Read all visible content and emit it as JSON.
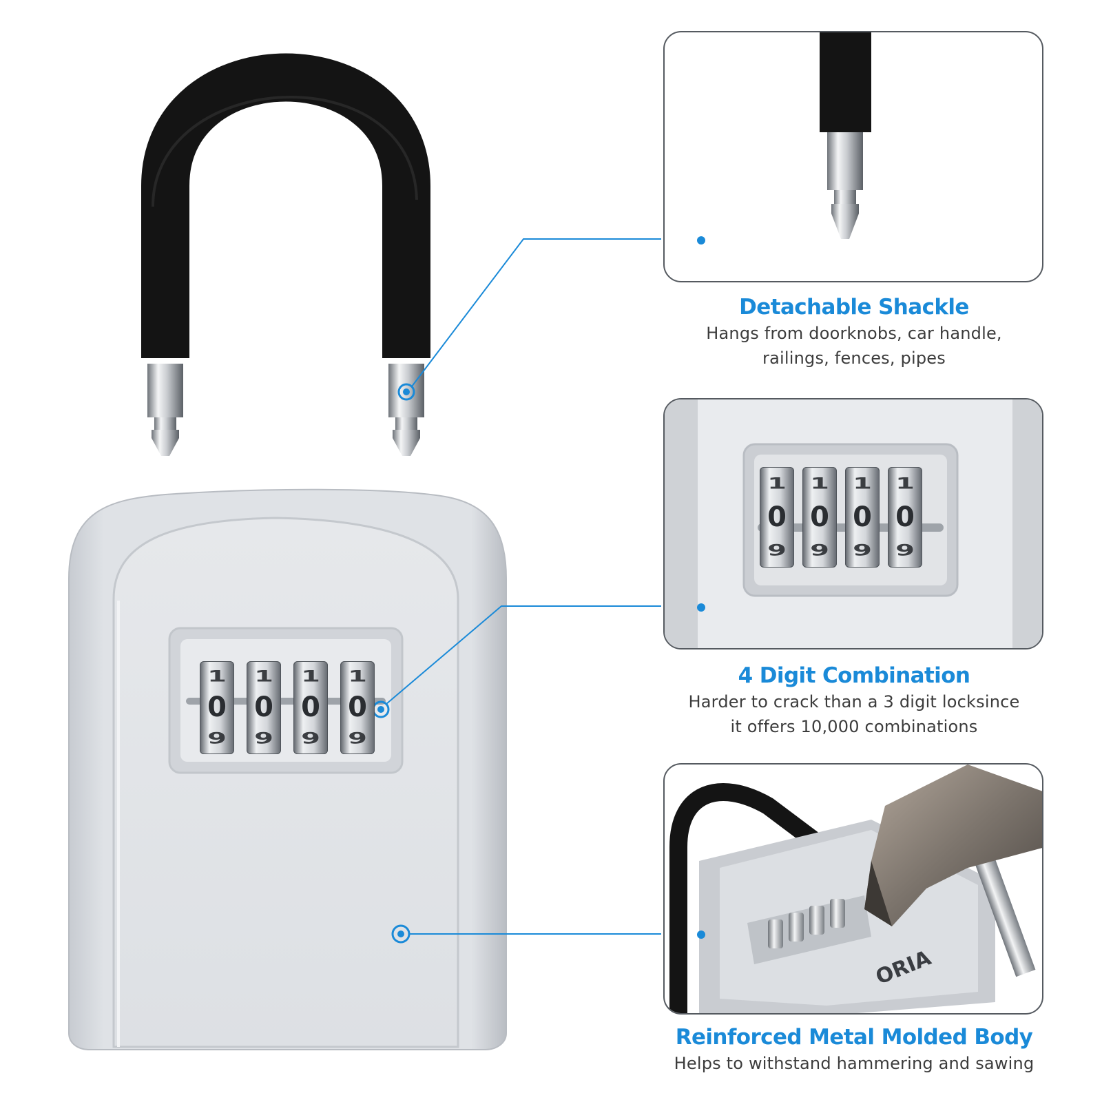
{
  "features": [
    {
      "title": "Detachable Shackle",
      "desc": [
        "Hangs from doorknobs, car handle,",
        "railings, fences, pipes"
      ]
    },
    {
      "title": "4 Digit Combination",
      "desc": [
        "Harder to crack than a 3 digit locksince",
        "it offers 10,000 combinations"
      ]
    },
    {
      "title": "Reinforced Metal Molded Body",
      "desc": [
        "Helps to withstand hammering and sawing"
      ]
    }
  ],
  "dials": {
    "top": [
      "1",
      "1",
      "1",
      "1"
    ],
    "mid": [
      "0",
      "0",
      "0",
      "0"
    ],
    "bottom": [
      "9",
      "9",
      "9",
      "9"
    ]
  },
  "brand": "ORIA",
  "colors": {
    "accent": "#1a8ad8",
    "body_silver": "#d7dadf",
    "shackle_black": "#151515"
  },
  "icons": [
    "callout-dot-icon",
    "callout-ring-icon"
  ]
}
